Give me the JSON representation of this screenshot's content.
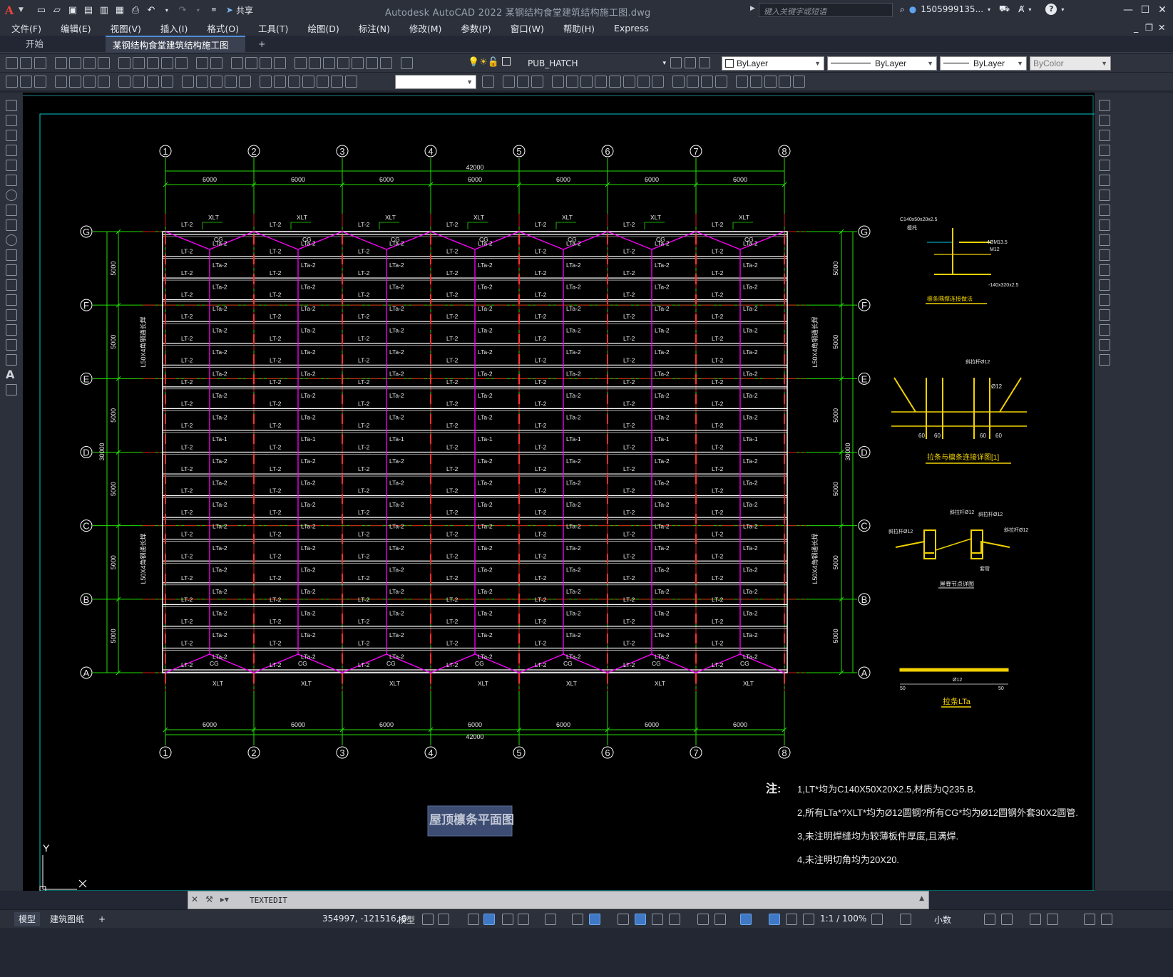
{
  "titlebar": {
    "app_logo": "A",
    "share": "共享",
    "title": "Autodesk AutoCAD 2022    某钢结构食堂建筑结构施工图.dwg",
    "search_placeholder": "键入关键字或短语",
    "user": "1505999135...",
    "help": "?"
  },
  "menu": [
    "文件(F)",
    "编辑(E)",
    "视图(V)",
    "插入(I)",
    "格式(O)",
    "工具(T)",
    "绘图(D)",
    "标注(N)",
    "修改(M)",
    "参数(P)",
    "窗口(W)",
    "帮助(H)",
    "Express"
  ],
  "tabs": {
    "start": "开始",
    "doc": "某钢结构食堂建筑结构施工图*",
    "add": "+"
  },
  "properties": {
    "layer": "PUB_HATCH",
    "color": "ByLayer",
    "linetype": "ByLayer",
    "lineweight": "ByLayer",
    "plotstyle": "ByColor"
  },
  "cmdline": {
    "text": "TEXTEDIT"
  },
  "status": {
    "tab_model": "模型",
    "tab_layout": "建筑图纸",
    "add": "+",
    "coords": "354997, -121516, 0",
    "model": "模型",
    "scale": "1:1 / 100%",
    "units": "小数"
  },
  "drawing": {
    "axes_x": [
      "1",
      "2",
      "3",
      "4",
      "5",
      "6",
      "7",
      "8"
    ],
    "axes_y": [
      "G",
      "F",
      "E",
      "D",
      "C",
      "B",
      "A"
    ],
    "span": "6000",
    "total_x": "42000",
    "bay": "5000",
    "total_y": "30000",
    "label_lt": "LT-2",
    "label_lta": "LTa-2",
    "label_lta1": "LTa-1",
    "label_xlt": "XLT",
    "label_cg": "CG",
    "brace_note": "L50X4角钢通长焊",
    "plan_title": "屋顶檩条平面图",
    "notes_head": "注:",
    "notes": [
      "1,LT*均为C140X50X20X2.5,材质为Q235.B.",
      "2,所有LTa*?XLT*均为Ø12圆钢?所有CG*均为Ø12圆钢外套30X2圆管.",
      "3,未注明焊缝均为较薄板件厚度,且满焊.",
      "4,未注明切角均为20X20."
    ],
    "detail1": {
      "title": "檩条隅撑连接做法",
      "labels": [
        "C140x50x20x2.5",
        "檩托",
        "4ØM13.5",
        "M12",
        "-140x320x2.5"
      ]
    },
    "detail2": {
      "title": "拉条与檩条连接详图[1]",
      "labels": [
        "斜拉杆Ø12",
        "Ø12",
        "60",
        "60",
        "60",
        "60"
      ]
    },
    "detail3": {
      "title": "屋脊节点详图",
      "labels": [
        "斜拉杆Ø12",
        "斜拉杆Ø12",
        "斜拉杆Ø12",
        "斜拉杆Ø12",
        "套管"
      ]
    },
    "detail4": {
      "title": "拉条LTa",
      "labels": [
        "Ø12",
        "50",
        "50"
      ]
    },
    "ucs": {
      "y": "Y"
    }
  }
}
